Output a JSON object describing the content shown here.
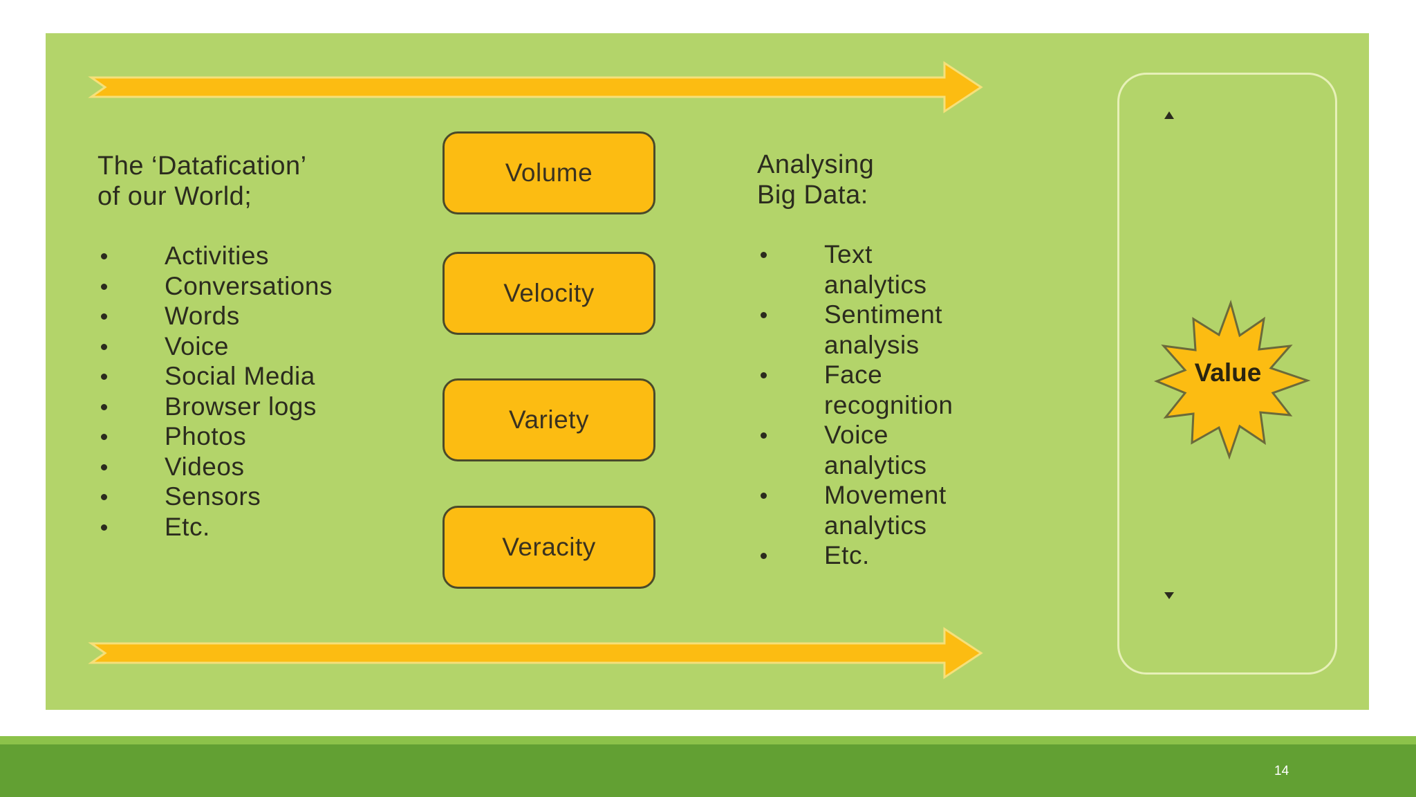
{
  "left": {
    "heading": "The ‘Datafication’\nof our World;",
    "items": [
      "Activities",
      "Conversations",
      "Words",
      "Voice",
      "Social Media",
      "Browser logs",
      "Photos",
      "Videos",
      "Sensors",
      "Etc."
    ]
  },
  "center": {
    "boxes": [
      "Volume",
      "Velocity",
      "Variety",
      "Veracity"
    ]
  },
  "right": {
    "heading": "Analysing\nBig Data:",
    "items": [
      "Text\nanalytics",
      "Sentiment\nanalysis",
      "Face\nrecognition",
      "Voice\nanalytics",
      "Movement\nanalytics",
      "Etc."
    ]
  },
  "value": {
    "label": "Value"
  },
  "footer": {
    "page_number": "14"
  },
  "colors": {
    "panel_background": "#b3d46a",
    "arrow_yellow": "#fcbc12",
    "footer_green": "#62a033"
  }
}
